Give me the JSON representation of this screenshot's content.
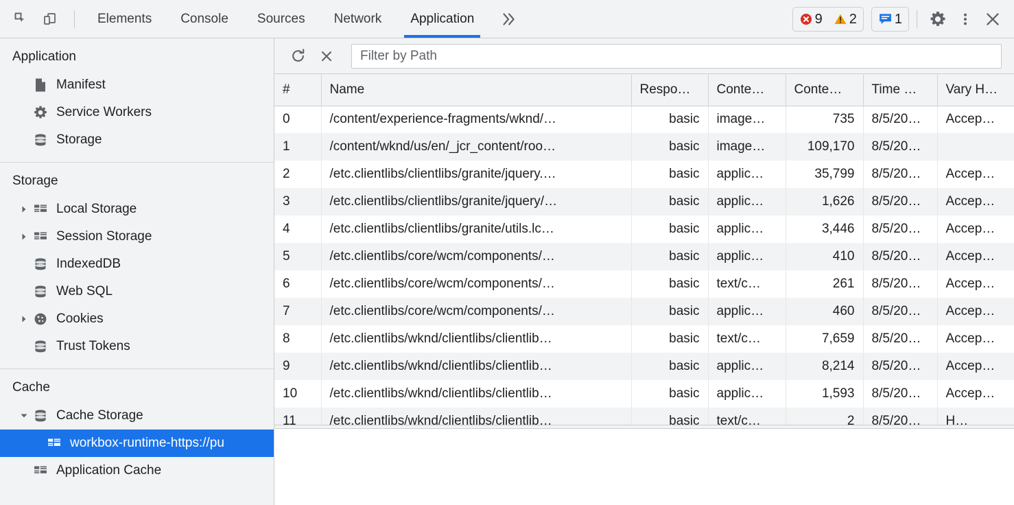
{
  "devtools": {
    "toolbar": {
      "inspect_label": "inspect-element-icon",
      "device_label": "device-toolbar-icon",
      "more_tabs_label": "»",
      "settings_label": "settings-gear-icon",
      "menu_label": "more-options-icon",
      "close_label": "close-devtools-icon"
    },
    "tabs": [
      {
        "label": "Elements",
        "active": false
      },
      {
        "label": "Console",
        "active": false
      },
      {
        "label": "Sources",
        "active": false
      },
      {
        "label": "Network",
        "active": false
      },
      {
        "label": "Application",
        "active": true
      }
    ],
    "status_badges": {
      "error_count": "9",
      "warning_count": "2",
      "message_count": "1",
      "error_color": "#d93025",
      "warning_color": "#f29900",
      "message_color": "#1a73e8"
    },
    "accent_color": "#1a73e8"
  },
  "sidebar": {
    "sections": [
      {
        "title": "Application",
        "items": [
          {
            "label": "Manifest",
            "icon": "manifest-document-icon",
            "indent": 1,
            "arrow": "none",
            "selected": false
          },
          {
            "label": "Service Workers",
            "icon": "gear-icon",
            "indent": 1,
            "arrow": "none",
            "selected": false
          },
          {
            "label": "Storage",
            "icon": "database-icon",
            "indent": 1,
            "arrow": "none",
            "selected": false
          }
        ]
      },
      {
        "title": "Storage",
        "items": [
          {
            "label": "Local Storage",
            "icon": "table-icon",
            "indent": 1,
            "arrow": "collapsed",
            "selected": false
          },
          {
            "label": "Session Storage",
            "icon": "table-icon",
            "indent": 1,
            "arrow": "collapsed",
            "selected": false
          },
          {
            "label": "IndexedDB",
            "icon": "database-icon",
            "indent": 1,
            "arrow": "none",
            "selected": false
          },
          {
            "label": "Web SQL",
            "icon": "database-icon",
            "indent": 1,
            "arrow": "none",
            "selected": false
          },
          {
            "label": "Cookies",
            "icon": "cookie-icon",
            "indent": 1,
            "arrow": "collapsed",
            "selected": false
          },
          {
            "label": "Trust Tokens",
            "icon": "database-icon",
            "indent": 1,
            "arrow": "none",
            "selected": false
          }
        ]
      },
      {
        "title": "Cache",
        "items": [
          {
            "label": "Cache Storage",
            "icon": "database-icon",
            "indent": 1,
            "arrow": "expanded",
            "selected": false
          },
          {
            "label": "workbox-runtime-https://pu",
            "icon": "table-icon",
            "indent": 2,
            "arrow": "none",
            "selected": true
          },
          {
            "label": "Application Cache",
            "icon": "table-icon",
            "indent": 1,
            "arrow": "none",
            "selected": false
          }
        ]
      }
    ]
  },
  "main": {
    "toolbar": {
      "refresh_label": "refresh-icon",
      "delete_label": "delete-selected-icon",
      "filter_placeholder": "Filter by Path",
      "filter_value": ""
    },
    "table": {
      "columns": [
        {
          "key": "idx",
          "label": "#"
        },
        {
          "key": "name",
          "label": "Name"
        },
        {
          "key": "resp",
          "label": "Respo…"
        },
        {
          "key": "ctype",
          "label": "Conte…"
        },
        {
          "key": "clen",
          "label": "Conte…"
        },
        {
          "key": "time",
          "label": "Time …"
        },
        {
          "key": "vary",
          "label": "Vary H…"
        }
      ],
      "rows": [
        {
          "idx": "0",
          "name": "/content/experience-fragments/wknd/…",
          "resp": "basic",
          "ctype": "image…",
          "clen": "735",
          "time": "8/5/20…",
          "vary": "Accep…"
        },
        {
          "idx": "1",
          "name": "/content/wknd/us/en/_jcr_content/roo…",
          "resp": "basic",
          "ctype": "image…",
          "clen": "109,170",
          "time": "8/5/20…",
          "vary": ""
        },
        {
          "idx": "2",
          "name": "/etc.clientlibs/clientlibs/granite/jquery.…",
          "resp": "basic",
          "ctype": "applic…",
          "clen": "35,799",
          "time": "8/5/20…",
          "vary": "Accep…"
        },
        {
          "idx": "3",
          "name": "/etc.clientlibs/clientlibs/granite/jquery/…",
          "resp": "basic",
          "ctype": "applic…",
          "clen": "1,626",
          "time": "8/5/20…",
          "vary": "Accep…"
        },
        {
          "idx": "4",
          "name": "/etc.clientlibs/clientlibs/granite/utils.lc…",
          "resp": "basic",
          "ctype": "applic…",
          "clen": "3,446",
          "time": "8/5/20…",
          "vary": "Accep…"
        },
        {
          "idx": "5",
          "name": "/etc.clientlibs/core/wcm/components/…",
          "resp": "basic",
          "ctype": "applic…",
          "clen": "410",
          "time": "8/5/20…",
          "vary": "Accep…"
        },
        {
          "idx": "6",
          "name": "/etc.clientlibs/core/wcm/components/…",
          "resp": "basic",
          "ctype": "text/c…",
          "clen": "261",
          "time": "8/5/20…",
          "vary": "Accep…"
        },
        {
          "idx": "7",
          "name": "/etc.clientlibs/core/wcm/components/…",
          "resp": "basic",
          "ctype": "applic…",
          "clen": "460",
          "time": "8/5/20…",
          "vary": "Accep…"
        },
        {
          "idx": "8",
          "name": "/etc.clientlibs/wknd/clientlibs/clientlib…",
          "resp": "basic",
          "ctype": "text/c…",
          "clen": "7,659",
          "time": "8/5/20…",
          "vary": "Accep…"
        },
        {
          "idx": "9",
          "name": "/etc.clientlibs/wknd/clientlibs/clientlib…",
          "resp": "basic",
          "ctype": "applic…",
          "clen": "8,214",
          "time": "8/5/20…",
          "vary": "Accep…"
        },
        {
          "idx": "10",
          "name": "/etc.clientlibs/wknd/clientlibs/clientlib…",
          "resp": "basic",
          "ctype": "applic…",
          "clen": "1,593",
          "time": "8/5/20…",
          "vary": "Accep…"
        },
        {
          "idx": "11",
          "name": "/etc.clientlibs/wknd/clientlibs/clientlib…",
          "resp": "basic",
          "ctype": "text/c…",
          "clen": "2",
          "time": "8/5/20…",
          "vary": "H…"
        }
      ]
    }
  }
}
